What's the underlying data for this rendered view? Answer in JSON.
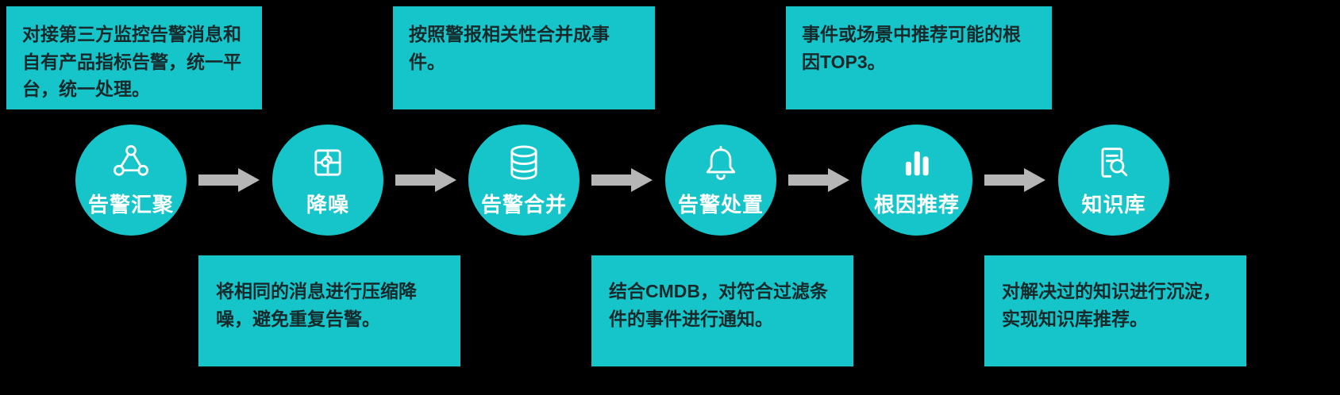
{
  "colors": {
    "accent_teal": "#16c5c9",
    "arrow_gray": "#b6b6b6",
    "callout_text": "#17292b",
    "node_label_text": "#ffffff",
    "background": "#000000"
  },
  "flow": {
    "nodes": [
      {
        "label": "告警汇聚",
        "icon": "share-network-icon"
      },
      {
        "label": "降噪",
        "icon": "puzzle-icon"
      },
      {
        "label": "告警合并",
        "icon": "database-icon"
      },
      {
        "label": "告警处置",
        "icon": "bell-icon"
      },
      {
        "label": "根因推荐",
        "icon": "bar-chart-icon"
      },
      {
        "label": "知识库",
        "icon": "document-search-icon"
      }
    ],
    "top_callouts": [
      {
        "text": "对接第三方监控告警消息和自有产品指标告警，统一平台，统一处理。"
      },
      {
        "text": "按照警报相关性合并成事件。"
      },
      {
        "text": "事件或场景中推荐可能的根因TOP3。"
      }
    ],
    "bottom_callouts": [
      {
        "text": "将相同的消息进行压缩降噪，避免重复告警。"
      },
      {
        "text": "结合CMDB，对符合过滤条件的事件进行通知。"
      },
      {
        "text": "对解决过的知识进行沉淀，实现知识库推荐。"
      }
    ]
  }
}
